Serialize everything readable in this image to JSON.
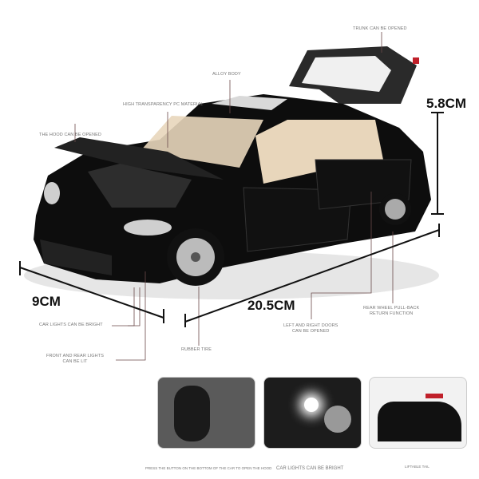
{
  "callouts": {
    "trunk": "TRUNK CAN BE OPENED",
    "alloy_body": "ALLOY BODY",
    "pc_material": "HIGH TRANSPARENCY PC MATERIAL",
    "hood": "THE HOOD CAN BE OPENED",
    "car_lights": "CAR LIGHTS CAN BE BRIGHT",
    "front_rear_lights_1": "FRONT AND REAR LIGHTS",
    "front_rear_lights_2": "CAN BE LIT",
    "rubber_tire": "RUBBER TIRE",
    "doors_1": "LEFT AND RIGHT DOORS",
    "doors_2": "CAN BE OPENED",
    "pullback_1": "REAR WHEEL PULL-BACK",
    "pullback_2": "RETURN FUNCTION"
  },
  "dimensions": {
    "height": "5.8CM",
    "width": "9CM",
    "length": "20.5CM"
  },
  "thumbnails": [
    {
      "caption": "PRESS THE BUTTON ON THE BOTTOM OF THE CAR TO OPEN THE HOOD"
    },
    {
      "caption": "CAR LIGHTS CAN BE BRIGHT"
    },
    {
      "caption": "LIFTABLE TAIL"
    }
  ],
  "colors": {
    "car_body": "#0d0d0d",
    "interior": "#e8d6bb",
    "callout_line": "#6b4a4a"
  }
}
